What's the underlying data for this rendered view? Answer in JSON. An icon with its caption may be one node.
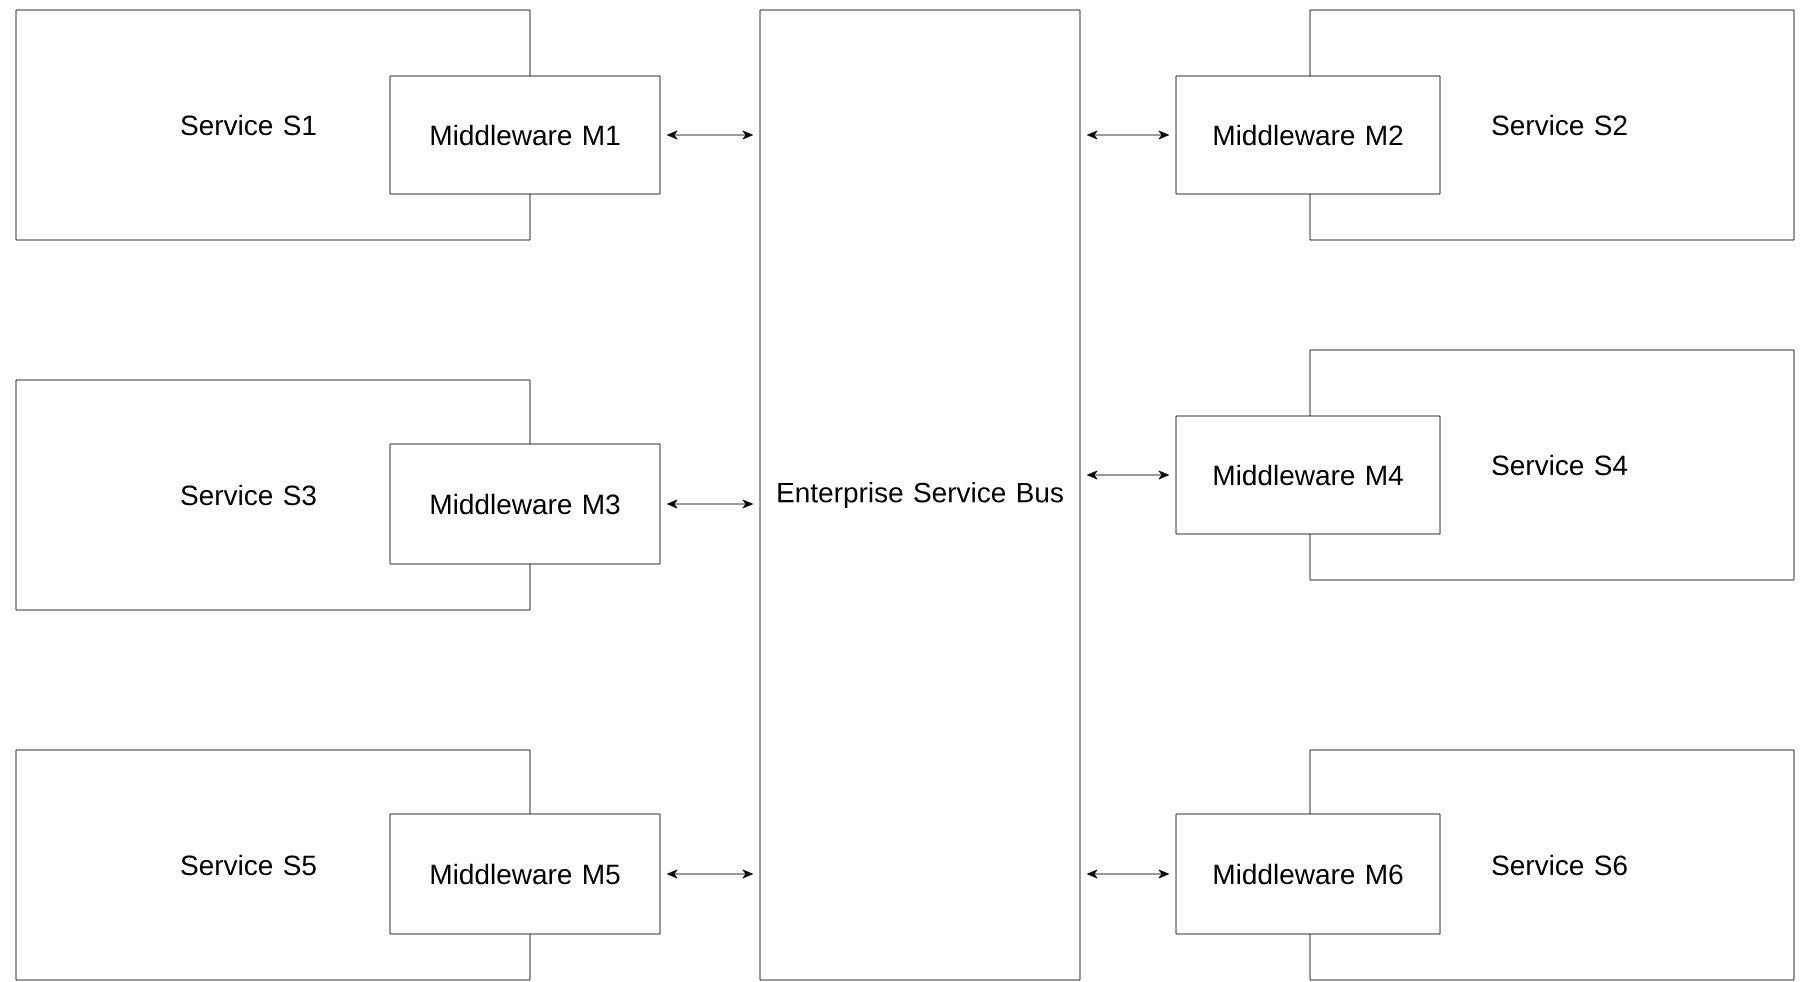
{
  "diagram": {
    "nodes": [
      {
        "text": [
          "Service S1"
        ]
      },
      {
        "text": [
          "Middleware M1"
        ]
      },
      {
        "text": [
          "Enterprise Service Bus"
        ]
      },
      {
        "text": [
          "Middleware M2"
        ]
      },
      {
        "text": [
          "Service S2"
        ]
      },
      {
        "text": [
          "Service S3"
        ]
      },
      {
        "text": [
          "Middleware M3"
        ]
      },
      {
        "text": [
          "Middleware M4"
        ]
      },
      {
        "text": [
          "Service S4"
        ]
      },
      {
        "text": [
          "Service S5"
        ]
      },
      {
        "text": [
          "Middleware M5"
        ]
      },
      {
        "text": [
          "Middleware M6"
        ]
      },
      {
        "text": [
          "Service S6"
        ]
      }
    ],
    "edges": [
      {
        "from": 1,
        "to": 2,
        "arrow": "both"
      },
      {
        "from": 3,
        "to": 2,
        "arrow": "both"
      },
      {
        "from": 6,
        "to": 2,
        "arrow": "both"
      },
      {
        "from": 7,
        "to": 2,
        "arrow": "both"
      },
      {
        "from": 10,
        "to": 2,
        "arrow": "both"
      },
      {
        "from": 11,
        "to": 2,
        "arrow": "both"
      }
    ]
  }
}
